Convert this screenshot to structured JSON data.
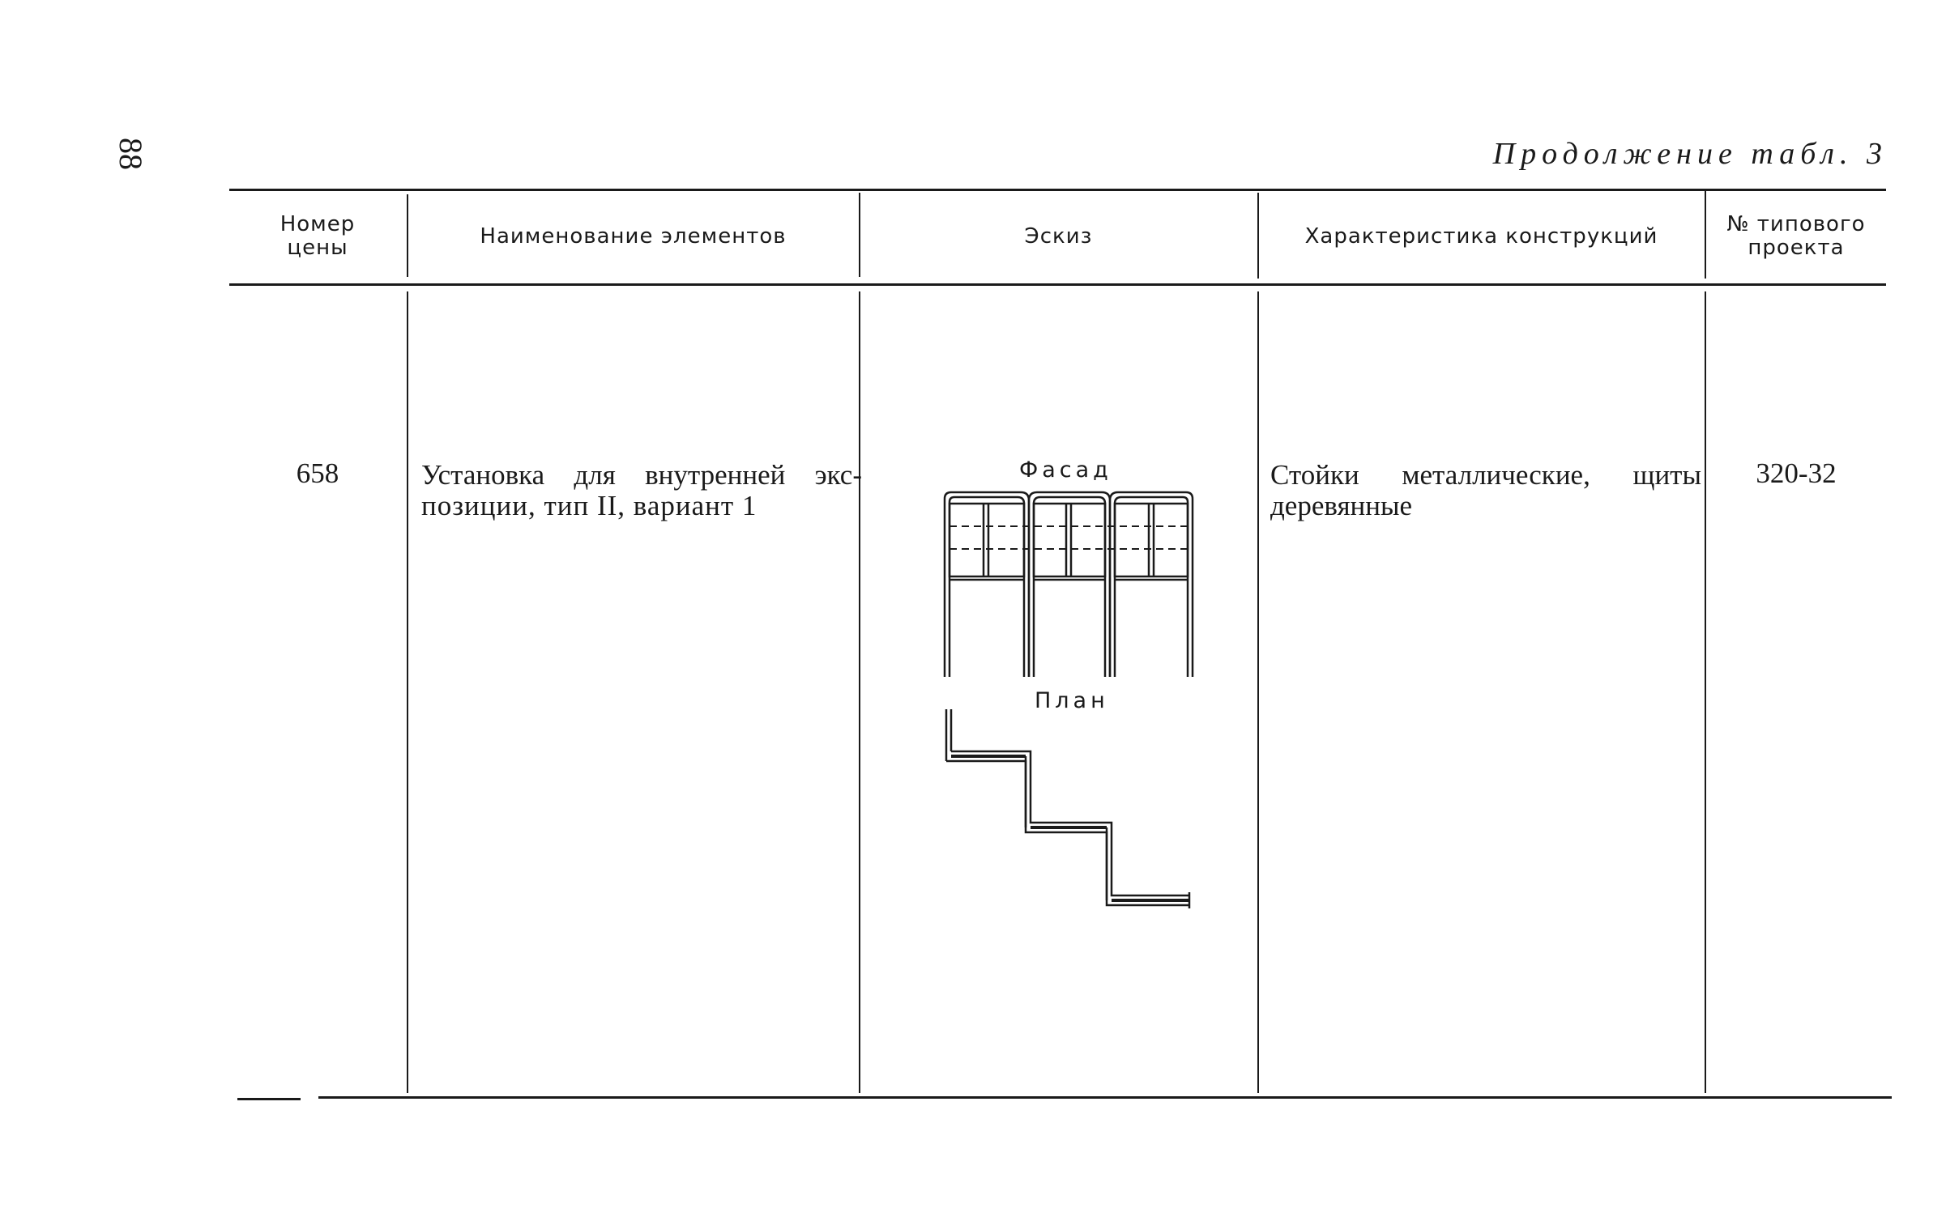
{
  "page": {
    "number": "88",
    "continuation": "Продолжение табл. 3"
  },
  "table": {
    "headers": {
      "price_number": [
        "Номер",
        "цены"
      ],
      "element_name": "Наименование элементов",
      "sketch": "Эскиз",
      "characteristics": "Характеристика конструкций",
      "project_number": [
        "№ типового",
        "проекта"
      ]
    },
    "rows": [
      {
        "price_number": "658",
        "element_name": [
          "Установка для внутренней экс-",
          "позиции, тип II, вариант 1"
        ],
        "sketch": {
          "facade_label": "Фасад",
          "plan_label": "План"
        },
        "characteristics": [
          "Стойки металлические, щиты",
          "деревянные"
        ],
        "project_number": "320-32"
      }
    ]
  }
}
